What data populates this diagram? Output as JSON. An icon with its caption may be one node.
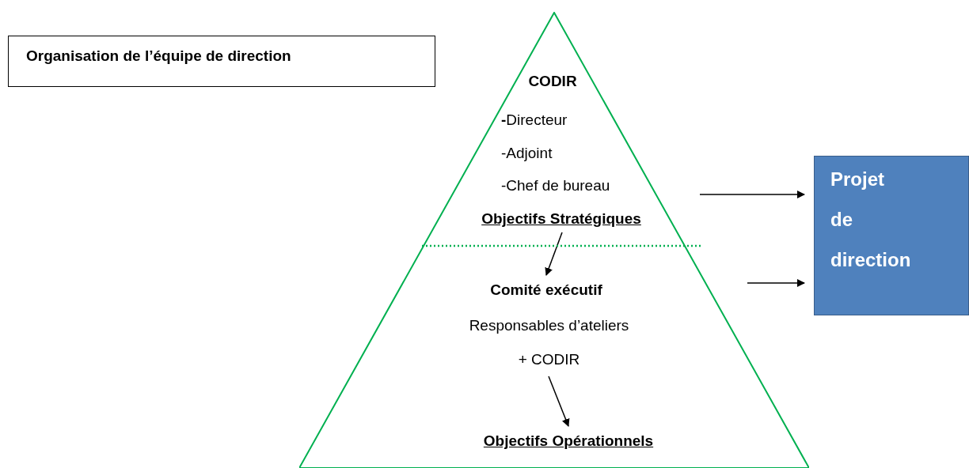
{
  "diagram": {
    "nodes": [
      {
        "text": [
          "Organisation de l’équipe de direction"
        ]
      },
      {
        "text": [],
        "shape": "triangle"
      },
      {
        "text": [
          "CODIR",
          "**-**Directeur",
          "-Adjoint",
          "-Chef de bureau"
        ],
        "in": 1
      },
      {
        "text": [
          "Objectifs Stratégiques"
        ],
        "in": 1
      },
      {
        "text": [
          "Comité exécutif"
        ],
        "in": 1
      },
      {
        "text": [
          "Responsables d’ateliers + CODIR"
        ],
        "in": 1
      },
      {
        "text": [
          "Objectifs Opérationnels"
        ],
        "in": 1
      },
      {
        "text": [
          "Projet de direction"
        ]
      }
    ],
    "edges": [
      {
        "from": 3,
        "to": 4,
        "arrow": "to"
      },
      {
        "from": 5,
        "to": 6,
        "arrow": "to"
      },
      {
        "from": null,
        "to": 7,
        "arrow": "to"
      },
      {
        "from": null,
        "to": 7,
        "arrow": "to"
      }
    ]
  }
}
